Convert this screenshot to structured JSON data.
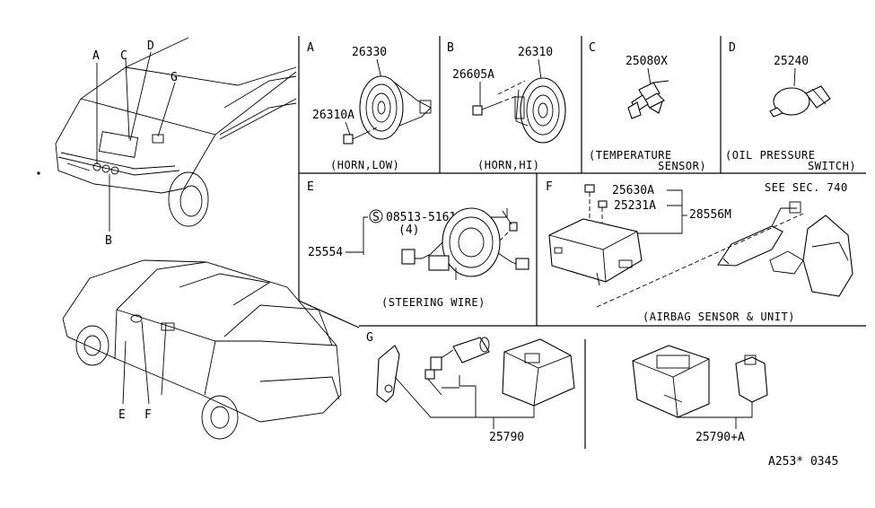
{
  "callouts": {
    "front": [
      "A",
      "C",
      "D",
      "G",
      "B"
    ],
    "rear": [
      "E",
      "F"
    ]
  },
  "panels": {
    "A": {
      "letter": "A",
      "parts": [
        "26330",
        "26310A"
      ],
      "caption": "(HORN,LOW)"
    },
    "B": {
      "letter": "B",
      "parts": [
        "26605A",
        "26310"
      ],
      "caption": "(HORN,HI)"
    },
    "C": {
      "letter": "C",
      "parts": [
        "25080X"
      ],
      "caption_lines": [
        "(TEMPERATURE",
        "SENSOR)"
      ]
    },
    "D": {
      "letter": "D",
      "parts": [
        "25240"
      ],
      "caption_lines": [
        "(OIL PRESSURE",
        "SWITCH)"
      ]
    },
    "E": {
      "letter": "E",
      "parts": [
        "25554"
      ],
      "bolt_symbol": "S",
      "bolt_part": "08513-51612",
      "bolt_qty": "(4)",
      "caption": "(STEERING WIRE)"
    },
    "F": {
      "letter": "F",
      "parts": [
        "25630A",
        "25231A",
        "28556M"
      ],
      "see_sec": "SEE SEC. 740",
      "caption": "(AIRBAG SENSOR & UNIT)"
    },
    "G": {
      "letter": "G",
      "parts": [
        "25790",
        "25790+A"
      ]
    }
  },
  "diagram_code": "A253* 0345"
}
